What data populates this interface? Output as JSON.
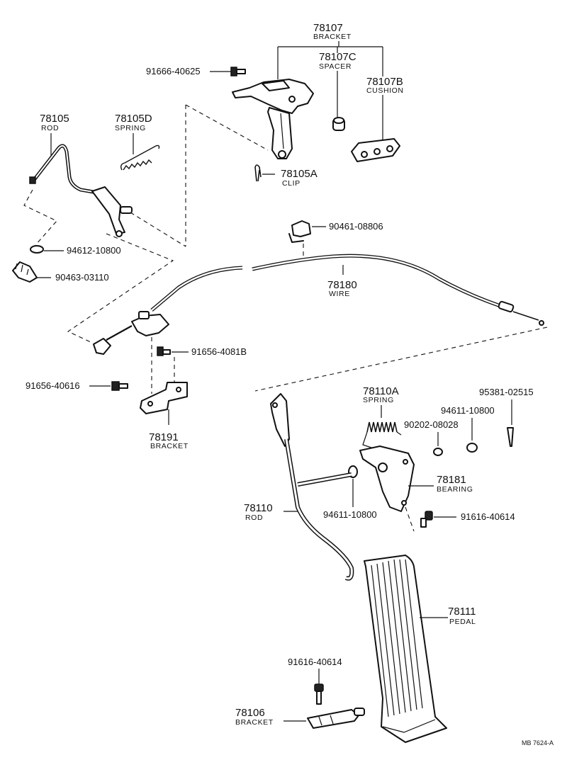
{
  "parts": {
    "bracket_78107": {
      "number": "78107",
      "name": "BRACKET"
    },
    "spacer_78107c": {
      "number": "78107C",
      "name": "SPACER"
    },
    "cushion_78107b": {
      "number": "78107B",
      "name": "CUSHION"
    },
    "bolt_91666": {
      "number": "91666-40625"
    },
    "rod_78105": {
      "number": "78105",
      "name": "ROD"
    },
    "spring_78105d": {
      "number": "78105D",
      "name": "SPRING"
    },
    "clip_78105a": {
      "number": "78105A",
      "name": "CLIP"
    },
    "clamp_90461": {
      "number": "90461-08806"
    },
    "washer_94612": {
      "number": "94612-10800"
    },
    "clip_90463": {
      "number": "90463-03110"
    },
    "wire_78180": {
      "number": "78180",
      "name": "WIRE"
    },
    "bolt_91656_b": {
      "number": "91656-4081B"
    },
    "bolt_91656": {
      "number": "91656-40616"
    },
    "bracket_78191": {
      "number": "78191",
      "name": "BRACKET"
    },
    "spring_78110a": {
      "number": "78110A",
      "name": "SPRING"
    },
    "pin_95381": {
      "number": "95381-02515"
    },
    "washer_94611_top": {
      "number": "94611-10800"
    },
    "washer_90202": {
      "number": "90202-08028"
    },
    "bearing_78181": {
      "number": "78181",
      "name": "BEARING"
    },
    "rod_78110": {
      "number": "78110",
      "name": "ROD"
    },
    "washer_94611": {
      "number": "94611-10800"
    },
    "bolt_91616_right": {
      "number": "91616-40614"
    },
    "pedal_78111": {
      "number": "78111",
      "name": "PEDAL"
    },
    "bolt_91616_bottom": {
      "number": "91616-40614"
    },
    "bracket_78106": {
      "number": "78106",
      "name": "BRACKET"
    }
  },
  "footer": {
    "ref": "MB 7624-A"
  }
}
